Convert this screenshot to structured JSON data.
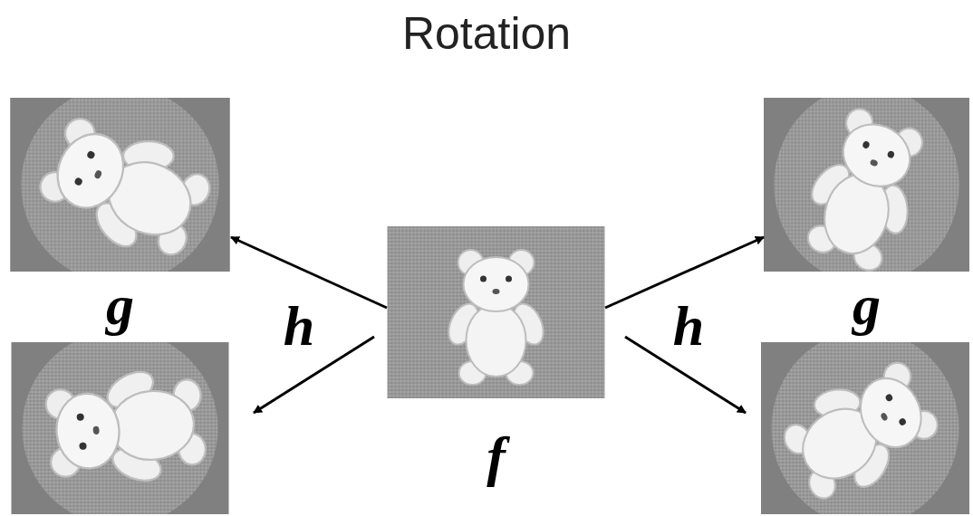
{
  "diagram": {
    "title": "Rotation",
    "nodes": [
      {
        "text": [
          "g"
        ]
      },
      {
        "text": [
          "f"
        ]
      },
      {
        "text": [
          "g"
        ]
      }
    ],
    "edges": [
      {
        "from": 1,
        "to": 0,
        "arrow": "to",
        "label": "h"
      },
      {
        "from": 1,
        "to": 2,
        "arrow": "to",
        "label": "h"
      }
    ]
  }
}
